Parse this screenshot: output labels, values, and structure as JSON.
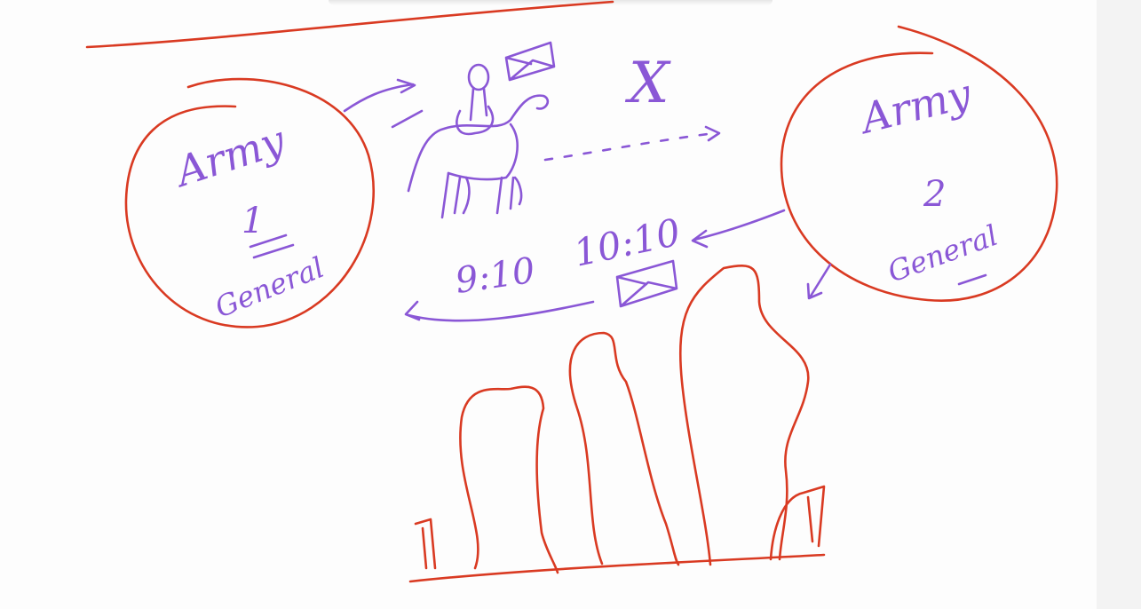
{
  "colors": {
    "red_ink": "#d93a22",
    "purple_ink": "#8a57d6",
    "paper": "#fdfdfd"
  },
  "army1": {
    "title": "Army",
    "number": "1",
    "role": "General"
  },
  "army2": {
    "title": "Army",
    "number": "2",
    "role": "General"
  },
  "top_mark": "X",
  "time_label_1": "10:10",
  "time_label_2": "9:10",
  "icons": [
    "camel-rider-sketch",
    "envelope-icon",
    "envelope-icon",
    "arrow-icon",
    "hill-sketch"
  ]
}
